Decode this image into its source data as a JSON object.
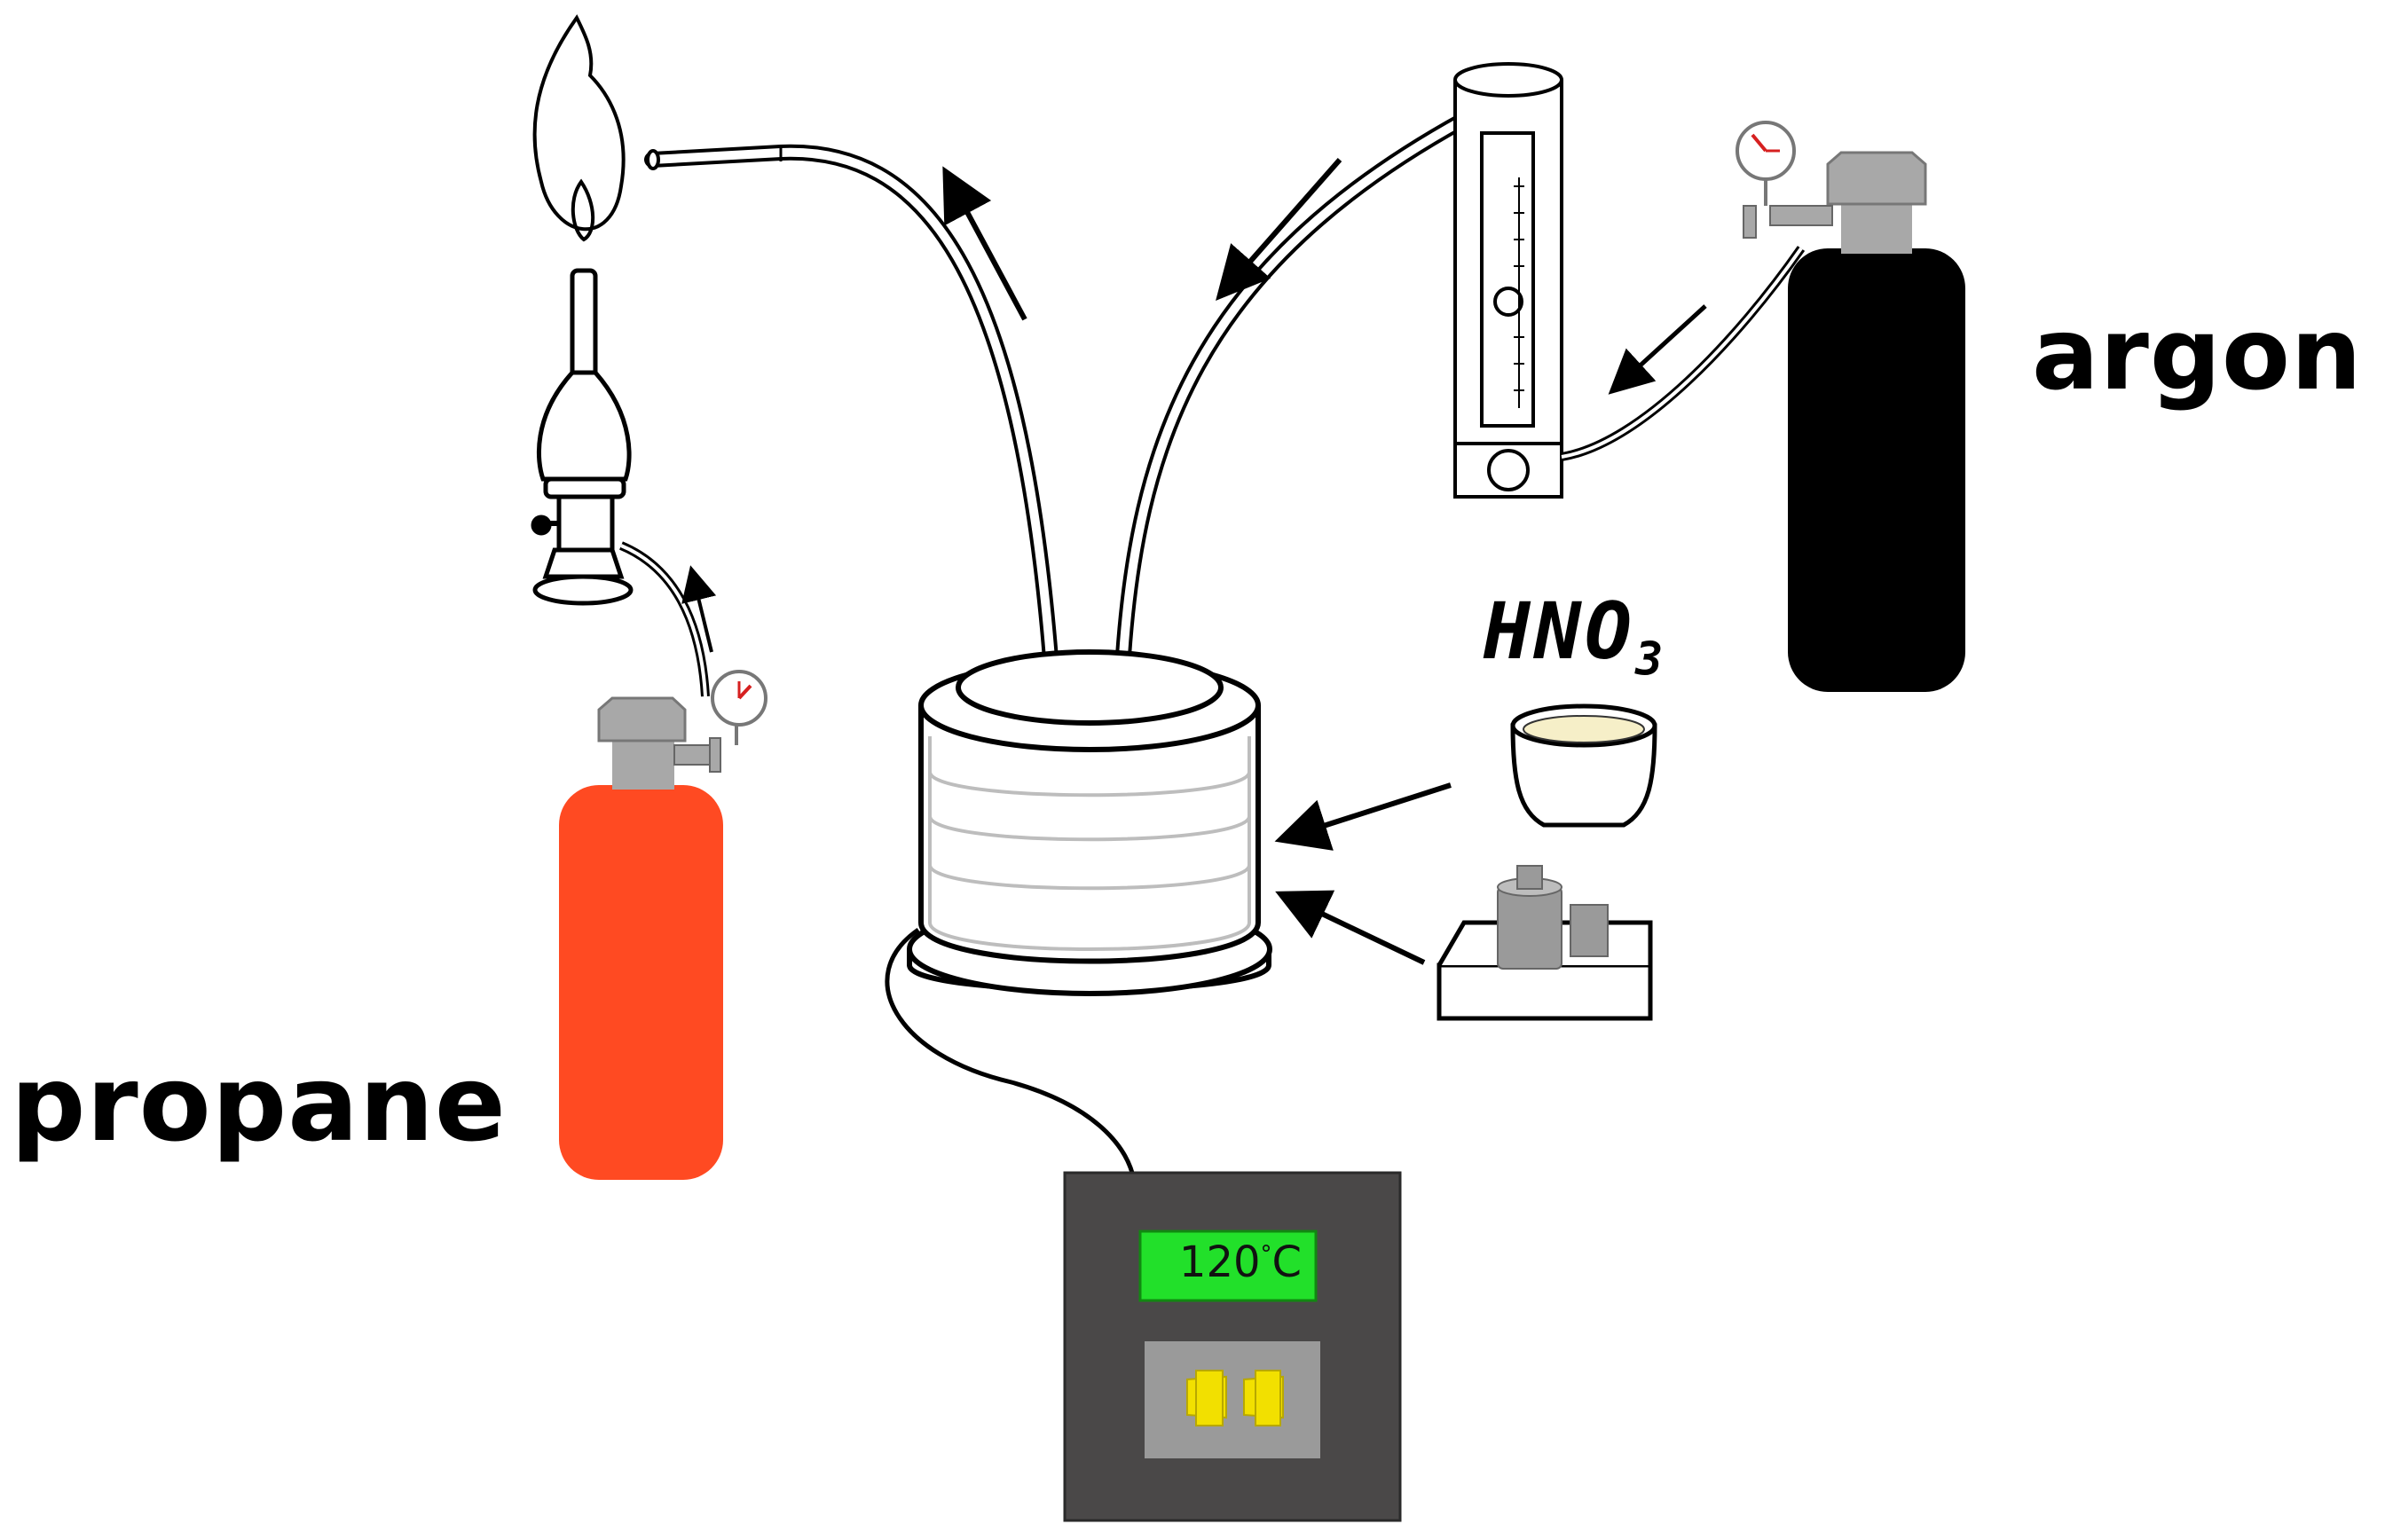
{
  "labels": {
    "argon": "argon",
    "propane": "propane",
    "hno3": "HNO",
    "hno3_sub": "3",
    "temperature_value": "120",
    "temperature_unit": "C",
    "temperature_degree": "°"
  },
  "colors": {
    "propane_cylinder": "#ff4a22",
    "argon_cylinder": "#000000",
    "cylinder_cap": "#a8a8a8",
    "controller_body": "#4a4848",
    "display": "#22e02a",
    "switch_panel": "#9a9a9a",
    "switch": "#f2e000",
    "acid_liquid": "#f6efc8",
    "needle": "#d62020"
  },
  "icons": {
    "flame": "flame-icon",
    "burner": "bunsen-burner-icon",
    "flowmeter": "rotameter-icon",
    "gauge": "pressure-gauge-icon",
    "crucible": "crucible-icon",
    "sample": "metal-sample-icon"
  }
}
